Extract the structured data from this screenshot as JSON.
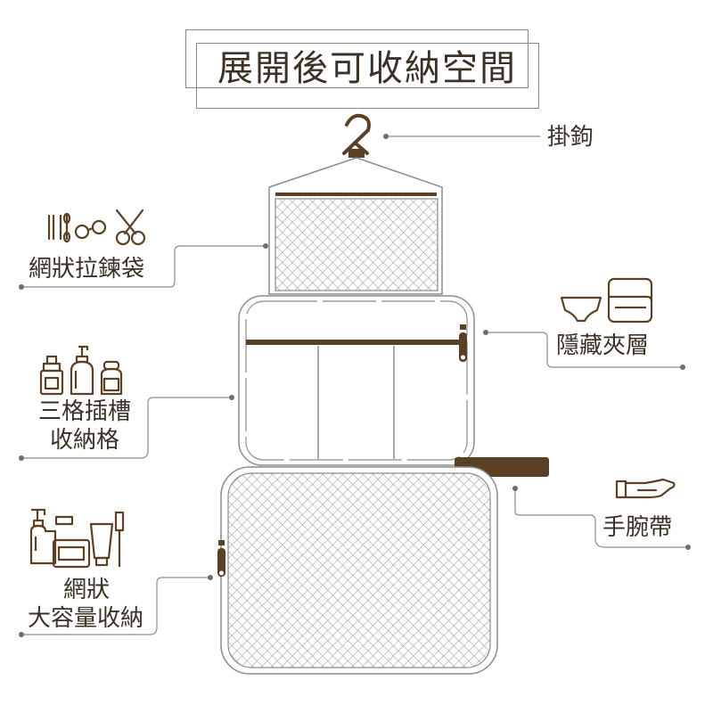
{
  "title": "展開後可收納空間",
  "colors": {
    "brown": "#5a4125",
    "line": "#8c8c8c",
    "mesh": "#9a9a9a",
    "text": "#3b3126"
  },
  "callouts": {
    "hook": {
      "label": "掛鉤",
      "icon": "hanger-hook-icon"
    },
    "mesh_zip_pouch": {
      "label": "網狀拉鍊袋",
      "icons": [
        "cotton-swab-icon",
        "contact-lens-case-icon",
        "scissors-icon"
      ]
    },
    "three_slot": {
      "line1": "三格插槽",
      "line2": "收納格",
      "icons": [
        "small-bottle-icon",
        "pump-bottle-icon",
        "jar-icon"
      ]
    },
    "mesh_large": {
      "line1": "網狀",
      "line2": "大容量收納",
      "icons": [
        "pump-bottle-icon",
        "cream-jar-icon",
        "toothpaste-icon",
        "toothbrush-icon"
      ]
    },
    "hidden_layer": {
      "label": "隱藏夾層",
      "icons": [
        "underwear-icon",
        "folded-towel-icon"
      ]
    },
    "wrist_strap": {
      "label": "手腕帶",
      "icon": "open-hand-icon"
    }
  }
}
